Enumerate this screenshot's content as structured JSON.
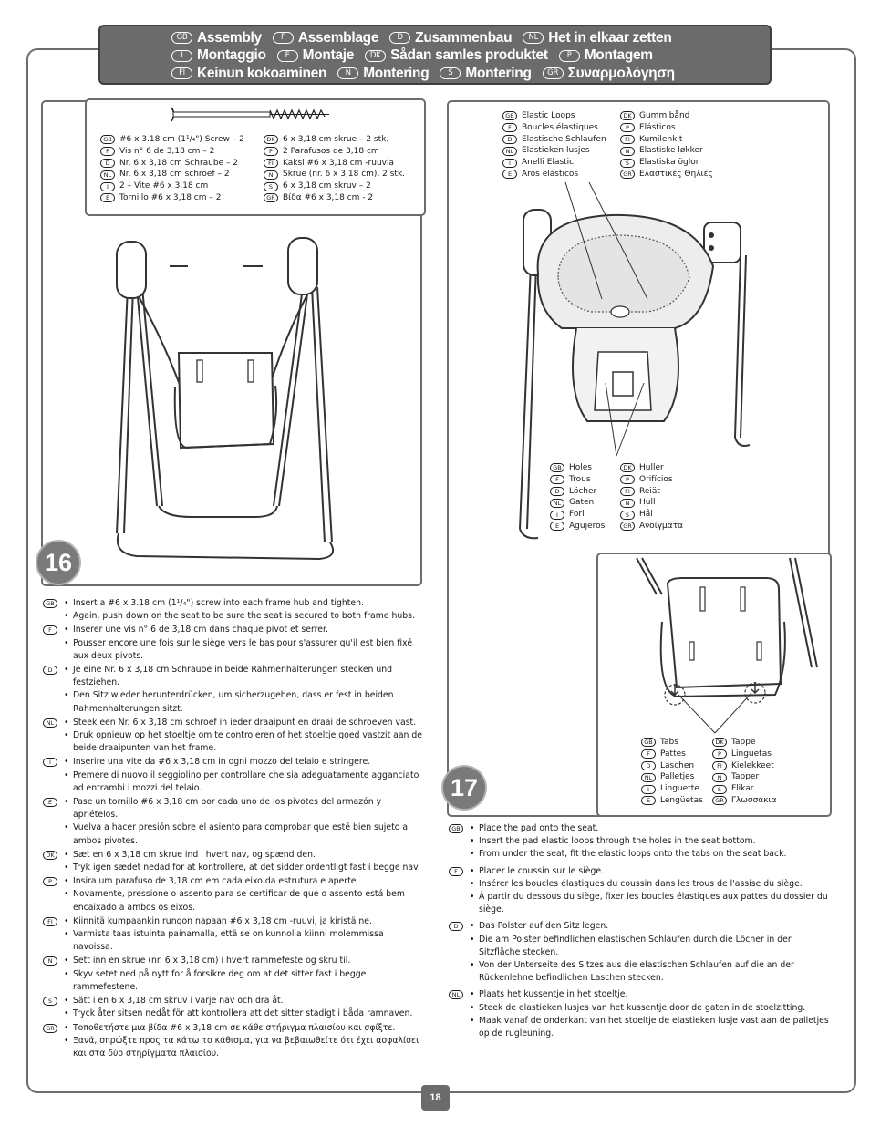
{
  "header": {
    "rows": [
      [
        {
          "code": "GB",
          "title": "Assembly"
        },
        {
          "code": "F",
          "title": "Assemblage"
        },
        {
          "code": "D",
          "title": "Zusammenbau"
        },
        {
          "code": "NL",
          "title": "Het in elkaar zetten"
        }
      ],
      [
        {
          "code": "I",
          "title": "Montaggio"
        },
        {
          "code": "E",
          "title": "Montaje"
        },
        {
          "code": "DK",
          "title": "Sådan samles produktet"
        },
        {
          "code": "P",
          "title": "Montagem"
        }
      ],
      [
        {
          "code": "FI",
          "title": "Keinun kokoaminen"
        },
        {
          "code": "N",
          "title": "Montering"
        },
        {
          "code": "S",
          "title": "Montering"
        },
        {
          "code": "GR",
          "title": "Συναρμολόγηση"
        }
      ]
    ]
  },
  "step16": {
    "number": "16",
    "screw_legend_left": [
      {
        "code": "GB",
        "text": "#6 x 3.18 cm (1¹/₄\") Screw – 2"
      },
      {
        "code": "F",
        "text": "Vis n° 6 de 3,18 cm – 2"
      },
      {
        "code": "D",
        "text": "Nr. 6 x 3,18 cm Schraube – 2"
      },
      {
        "code": "NL",
        "text": "Nr. 6 x 3,18 cm schroef – 2"
      },
      {
        "code": "I",
        "text": "2 – Vite #6 x 3,18 cm"
      },
      {
        "code": "E",
        "text": "Tornillo #6 x 3,18 cm – 2"
      }
    ],
    "screw_legend_right": [
      {
        "code": "DK",
        "text": "6 x 3,18 cm skrue – 2 stk."
      },
      {
        "code": "P",
        "text": "2 Parafusos de 3,18 cm"
      },
      {
        "code": "FI",
        "text": "Kaksi #6 x 3,18 cm -ruuvia"
      },
      {
        "code": "N",
        "text": "Skrue (nr. 6 x 3,18 cm), 2 stk."
      },
      {
        "code": "S",
        "text": "6 x 3,18 cm skruv – 2"
      },
      {
        "code": "GR",
        "text": "Βίδα #6 x 3,18 cm - 2"
      }
    ],
    "instructions": [
      {
        "code": "GB",
        "bullets": [
          "Insert a #6 x 3.18 cm (1¹/₄\") screw into each frame hub and tighten.",
          "Again, push down on the seat to be sure the seat is secured to both frame hubs."
        ]
      },
      {
        "code": "F",
        "bullets": [
          "Insérer une vis n° 6 de 3,18 cm dans chaque pivot et serrer.",
          "Pousser encore une fois sur le siège vers le bas pour s'assurer qu'il est bien fixé aux deux pivots."
        ]
      },
      {
        "code": "D",
        "bullets": [
          "Je eine Nr. 6 x 3,18 cm Schraube in beide Rahmenhalterungen stecken und festziehen.",
          "Den Sitz wieder herunterdrücken, um sicherzugehen, dass er fest in beiden Rahmenhalterungen sitzt."
        ]
      },
      {
        "code": "NL",
        "bullets": [
          "Steek een Nr. 6 x 3,18 cm schroef in ieder draaipunt en draai de schroeven vast.",
          "Druk opnieuw op het stoeltje om te controleren of het stoeltje goed vastzit aan de beide draaipunten van het frame."
        ]
      },
      {
        "code": "I",
        "bullets": [
          "Inserire una vite da #6 x 3,18 cm in ogni mozzo del telaio e stringere.",
          "Premere di nuovo il seggiolino per controllare che sia adeguatamente agganciato ad entrambi i mozzi del telaio."
        ]
      },
      {
        "code": "E",
        "bullets": [
          "Pase un tornillo #6 x 3,18 cm por cada uno de los pivotes del armazón y apriételos.",
          "Vuelva a hacer presión sobre el asiento para comprobar que esté bien sujeto a ambos pivotes."
        ]
      },
      {
        "code": "DK",
        "bullets": [
          "Sæt en 6 x 3,18 cm skrue ind i hvert nav, og spænd den.",
          "Tryk igen sædet nedad for at kontrollere, at det sidder ordentligt fast i begge nav."
        ]
      },
      {
        "code": "P",
        "bullets": [
          "Insira um parafuso de 3,18 cm em cada eixo da estrutura e aperte.",
          "Novamente, pressione o assento para se certificar de que o assento está bem encaixado a ambos os eixos."
        ]
      },
      {
        "code": "FI",
        "bullets": [
          "Kiinnitä kumpaankin rungon napaan #6 x 3,18 cm -ruuvi, ja kiristä ne.",
          "Varmista taas istuinta painamalla, että se on kunnolla kiinni molemmissa navoissa."
        ]
      },
      {
        "code": "N",
        "bullets": [
          "Sett inn en skrue (nr. 6 x 3,18 cm) i hvert rammefeste og skru til.",
          "Skyv setet ned på nytt for å forsikre deg om at det sitter fast i begge rammefestene."
        ]
      },
      {
        "code": "S",
        "bullets": [
          "Sätt i en 6 x 3,18 cm skruv i varje nav och dra åt.",
          "Tryck åter sitsen nedåt för att kontrollera att det sitter stadigt i båda ramnaven."
        ]
      },
      {
        "code": "GR",
        "bullets": [
          "Τοποθετήστε μια βίδα #6 x 3,18 cm σε κάθε στήριγμα πλαισίου και σφίξτε.",
          "Ξανά, σπρώξτε προς τα κάτω το κάθισμα, για να βεβαιωθείτε ότι έχει ασφαλίσει και στα δύο στηρίγματα πλαισίου."
        ]
      }
    ]
  },
  "step17": {
    "number": "17",
    "elastic_left": [
      {
        "code": "GB",
        "text": "Elastic Loops"
      },
      {
        "code": "F",
        "text": "Boucles élastiques"
      },
      {
        "code": "D",
        "text": "Elastische Schlaufen"
      },
      {
        "code": "NL",
        "text": "Elastieken lusjes"
      },
      {
        "code": "I",
        "text": "Anelli Elastici"
      },
      {
        "code": "E",
        "text": "Aros elásticos"
      }
    ],
    "elastic_right": [
      {
        "code": "DK",
        "text": "Gummibånd"
      },
      {
        "code": "P",
        "text": "Elásticos"
      },
      {
        "code": "FI",
        "text": "Kumilenkit"
      },
      {
        "code": "N",
        "text": "Elastiske løkker"
      },
      {
        "code": "S",
        "text": "Elastiska öglor"
      },
      {
        "code": "GR",
        "text": "Ελαστικές Θηλιές"
      }
    ],
    "holes_left": [
      {
        "code": "GB",
        "text": "Holes"
      },
      {
        "code": "F",
        "text": "Trous"
      },
      {
        "code": "D",
        "text": "Löcher"
      },
      {
        "code": "NL",
        "text": "Gaten"
      },
      {
        "code": "I",
        "text": "Fori"
      },
      {
        "code": "E",
        "text": "Agujeros"
      }
    ],
    "holes_right": [
      {
        "code": "DK",
        "text": "Huller"
      },
      {
        "code": "P",
        "text": "Orifícios"
      },
      {
        "code": "FI",
        "text": "Reiät"
      },
      {
        "code": "N",
        "text": "Hull"
      },
      {
        "code": "S",
        "text": "Hål"
      },
      {
        "code": "GR",
        "text": "Ανοίγματα"
      }
    ],
    "tabs_left": [
      {
        "code": "GB",
        "text": "Tabs"
      },
      {
        "code": "F",
        "text": "Pattes"
      },
      {
        "code": "D",
        "text": "Laschen"
      },
      {
        "code": "NL",
        "text": "Palletjes"
      },
      {
        "code": "I",
        "text": "Linguette"
      },
      {
        "code": "E",
        "text": "Lengüetas"
      }
    ],
    "tabs_right": [
      {
        "code": "DK",
        "text": "Tappe"
      },
      {
        "code": "P",
        "text": "Linguetas"
      },
      {
        "code": "FI",
        "text": "Kielekkeet"
      },
      {
        "code": "N",
        "text": "Tapper"
      },
      {
        "code": "S",
        "text": "Flikar"
      },
      {
        "code": "GR",
        "text": "Γλωσσάκια"
      }
    ],
    "instructions": [
      {
        "code": "GB",
        "bullets": [
          "Place the pad onto the seat.",
          "Insert the pad elastic loops through the holes in the seat bottom.",
          "From under the seat, fit the elastic loops onto the tabs on the seat back."
        ]
      },
      {
        "code": "F",
        "bullets": [
          "Placer le coussin sur le siège.",
          "Insérer les boucles élastiques du coussin dans les trous de l'assise du siège.",
          "À partir du dessous du siège, fixer les boucles élastiques aux pattes du dossier du siège."
        ]
      },
      {
        "code": "D",
        "bullets": [
          "Das Polster auf den Sitz legen.",
          "Die am Polster befindlichen elastischen Schlaufen durch die Löcher in der Sitzfläche stecken.",
          "Von der Unterseite des Sitzes aus die elastischen Schlaufen auf die an der Rückenlehne befindlichen Laschen stecken."
        ]
      },
      {
        "code": "NL",
        "bullets": [
          "Plaats het kussentje in het stoeltje.",
          "Steek de elastieken lusjes van het kussentje door de gaten in de stoelzitting.",
          "Maak vanaf de onderkant van het stoeltje de elastieken lusje vast aan de palletjes op de rugleuning."
        ]
      }
    ]
  },
  "page_number": "18"
}
